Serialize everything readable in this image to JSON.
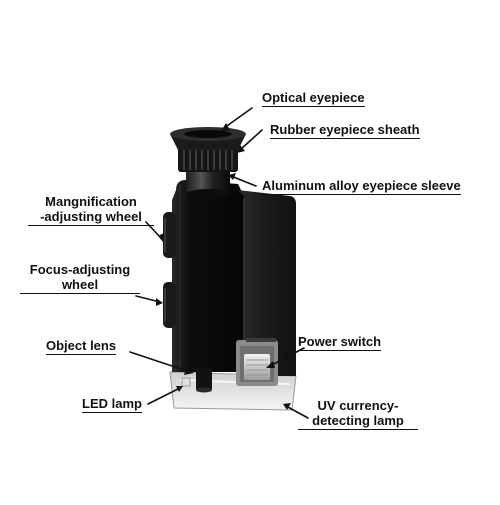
{
  "callouts": {
    "optical_eyepiece": "Optical eyepiece",
    "rubber_sheath": "Rubber eyepiece sheath",
    "eyepiece_sleeve": "Aluminum alloy eyepiece sleeve",
    "magnification_wheel_line1": "Mangnification",
    "magnification_wheel_line2": "-adjusting wheel",
    "focus_wheel_line1": "Focus-adjusting",
    "focus_wheel_line2": "wheel",
    "object_lens": "Object lens",
    "power_switch": "Power switch",
    "led_lamp": "LED lamp",
    "uv_lamp_line1": "UV currency-",
    "uv_lamp_line2": "detecting lamp"
  },
  "colors": {
    "body": "#0c0c0c",
    "panel": "#1e1e1e",
    "switch": "#d8d8d8",
    "line": "#111111"
  }
}
